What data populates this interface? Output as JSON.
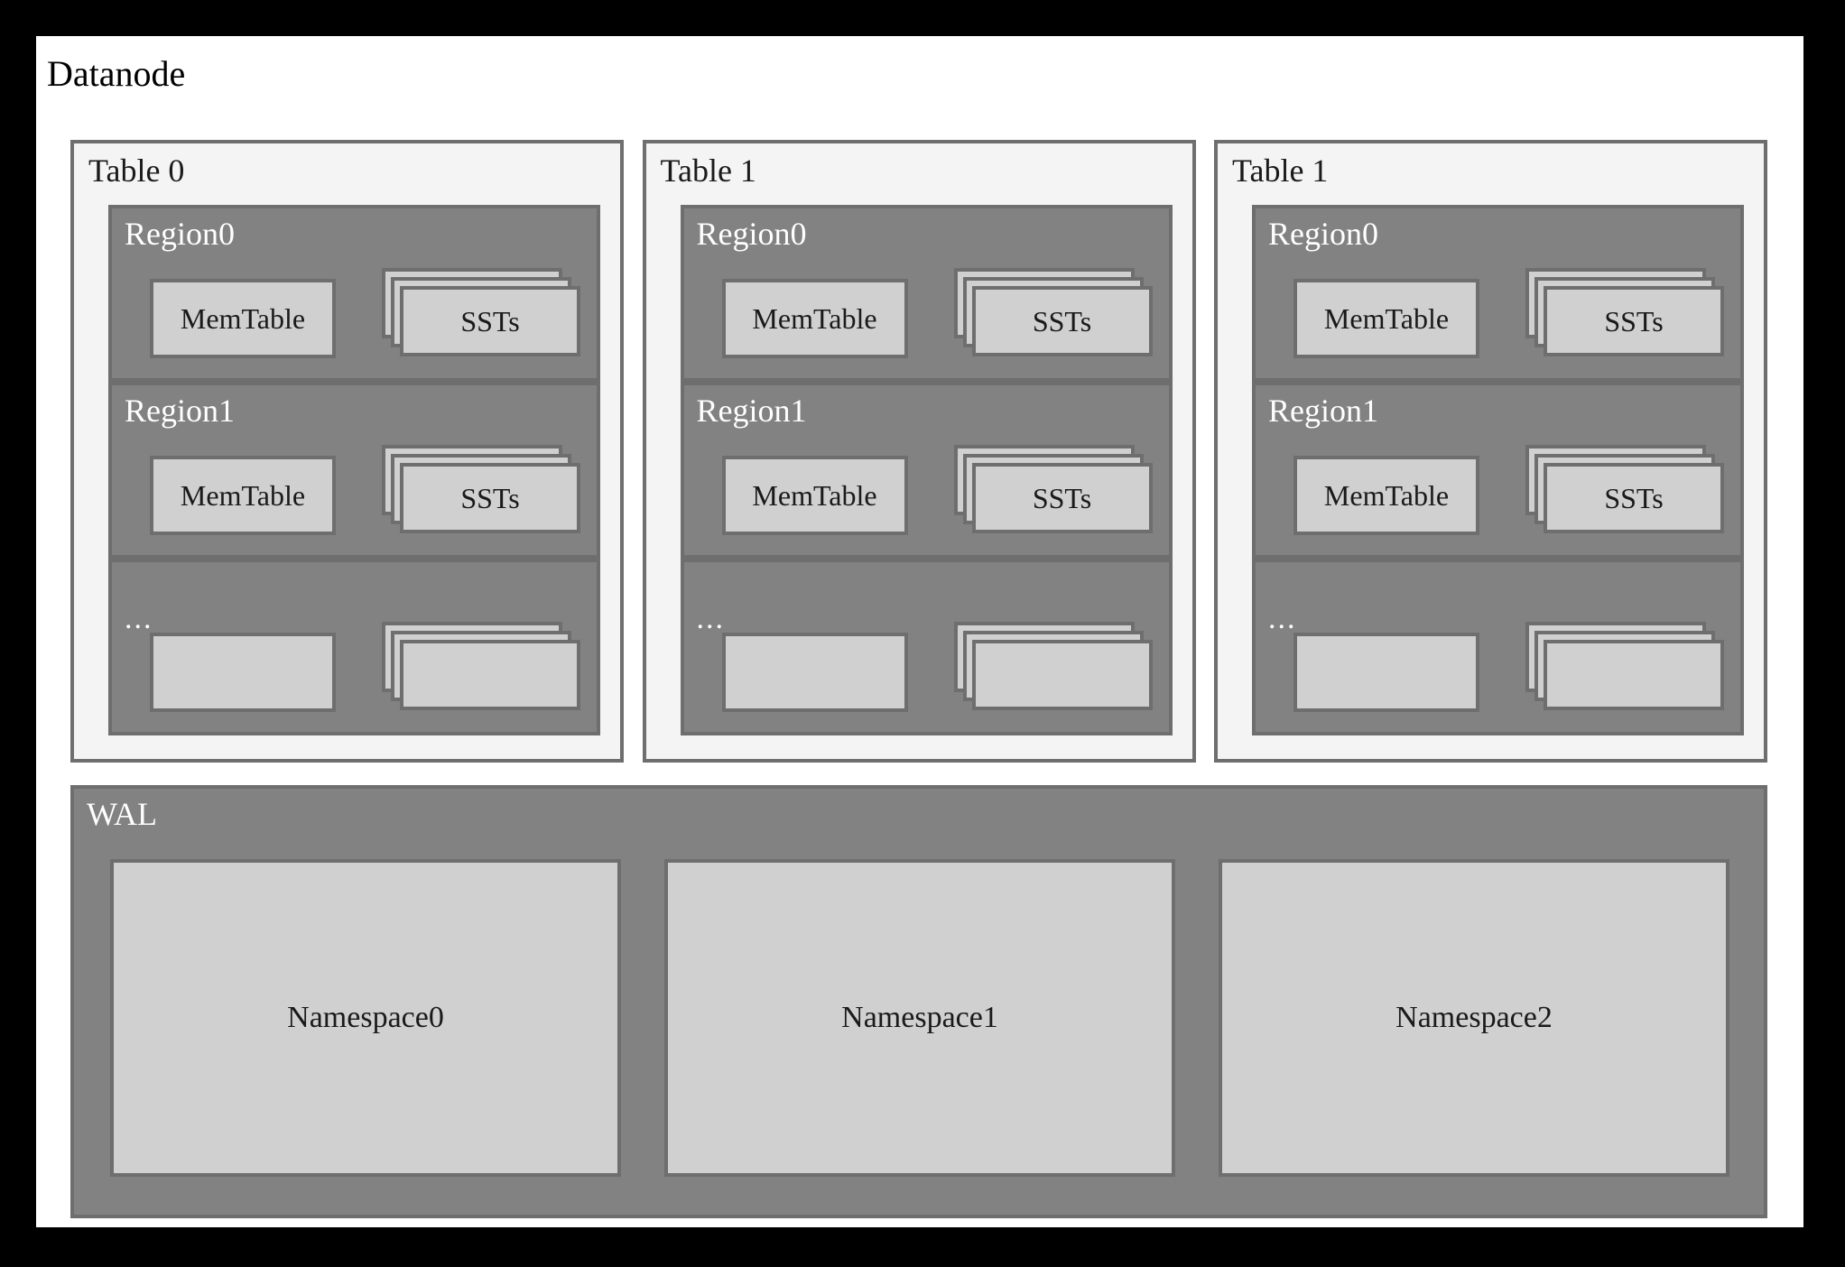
{
  "diagram": {
    "title": "Datanode",
    "colors": {
      "outer_frame": "#000000",
      "canvas": "#ffffff",
      "table_panel_fill": "#f4f4f4",
      "region_fill": "#828282",
      "card_fill": "#d0d0d0",
      "border": "#6e6e6e",
      "text_dark": "#1a1a1a",
      "text_light": "#ffffff"
    },
    "tables": [
      {
        "label": "Table 0",
        "regions": [
          {
            "label": "Region0",
            "memtable_label": "MemTable",
            "sst_label": "SSTs",
            "sst_count": 3
          },
          {
            "label": "Region1",
            "memtable_label": "MemTable",
            "sst_label": "SSTs",
            "sst_count": 3
          },
          {
            "label": "...",
            "memtable_label": "",
            "sst_label": "",
            "sst_count": 3
          }
        ]
      },
      {
        "label": "Table 1",
        "regions": [
          {
            "label": "Region0",
            "memtable_label": "MemTable",
            "sst_label": "SSTs",
            "sst_count": 3
          },
          {
            "label": "Region1",
            "memtable_label": "MemTable",
            "sst_label": "SSTs",
            "sst_count": 3
          },
          {
            "label": "...",
            "memtable_label": "",
            "sst_label": "",
            "sst_count": 3
          }
        ]
      },
      {
        "label": "Table 1",
        "regions": [
          {
            "label": "Region0",
            "memtable_label": "MemTable",
            "sst_label": "SSTs",
            "sst_count": 3
          },
          {
            "label": "Region1",
            "memtable_label": "MemTable",
            "sst_label": "SSTs",
            "sst_count": 3
          },
          {
            "label": "...",
            "memtable_label": "",
            "sst_label": "",
            "sst_count": 3
          }
        ]
      }
    ],
    "wal": {
      "label": "WAL",
      "namespaces": [
        {
          "label": "Namespace0"
        },
        {
          "label": "Namespace1"
        },
        {
          "label": "Namespace2"
        }
      ]
    }
  }
}
